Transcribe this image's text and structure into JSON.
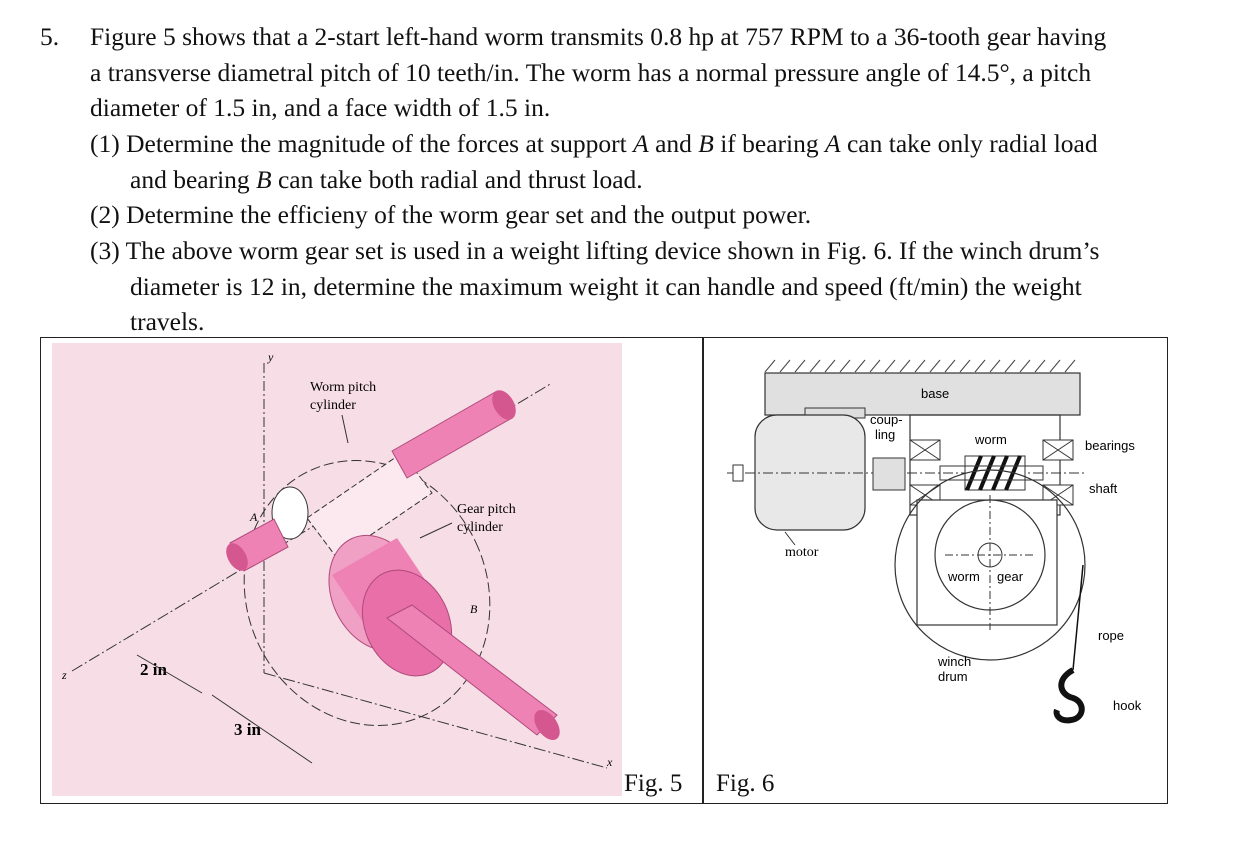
{
  "problem": {
    "number": "5.",
    "intro_lines": [
      "Figure 5 shows that a 2-start left-hand worm transmits 0.8 hp at 757 RPM to a 36-tooth gear having",
      "a transverse diametral pitch of 10 teeth/in. The worm has a normal pressure angle of 14.5°, a pitch",
      "diameter of 1.5 in, and a face width of 1.5 in."
    ],
    "parts": [
      {
        "lines_pre": "(1) Determine the magnitude of the forces at support ",
        "A1": "A",
        "mid1": " and ",
        "B1": "B",
        "mid2": " if bearing ",
        "A2": "A",
        "tail": " can take only radial load",
        "line2_pre": "and bearing ",
        "B2": "B",
        "line2_tail": " can take both radial and thrust load."
      },
      {
        "text": "(2) Determine the efficieny of the worm gear set and the output power."
      },
      {
        "line1": "(3) The above worm gear set is used in a weight lifting device shown in Fig. 6. If the winch drum’s",
        "line2": "diameter is 12 in, determine the maximum weight it can handle and speed (ft/min) the weight",
        "line3": "travels."
      }
    ]
  },
  "fig5": {
    "caption": "Fig. 5",
    "labels": {
      "worm_pitch_cylinder_1": "Worm pitch",
      "worm_pitch_cylinder_2": "cylinder",
      "gear_pitch_cylinder_1": "Gear pitch",
      "gear_pitch_cylinder_2": "cylinder",
      "dim_2in": "2 in",
      "dim_3in": "3 in",
      "axis_y": "y",
      "axis_z": "z",
      "axis_x": "x",
      "support_A": "A",
      "support_B": "B"
    },
    "colors": {
      "background": "#f7dde6",
      "shaft": "#ee82b4",
      "shaft_dark": "#d4588f"
    }
  },
  "fig6": {
    "caption": "Fig. 6",
    "labels": {
      "base": "base",
      "coupling_1": "coup-",
      "coupling_2": "ling",
      "worm": "worm",
      "bearings": "bearings",
      "shaft": "shaft",
      "motor": "motor",
      "worm_gear_1": "worm",
      "worm_gear_2": "gear",
      "rope": "rope",
      "winch_1": "winch",
      "winch_2": "drum",
      "hook": "hook"
    }
  }
}
